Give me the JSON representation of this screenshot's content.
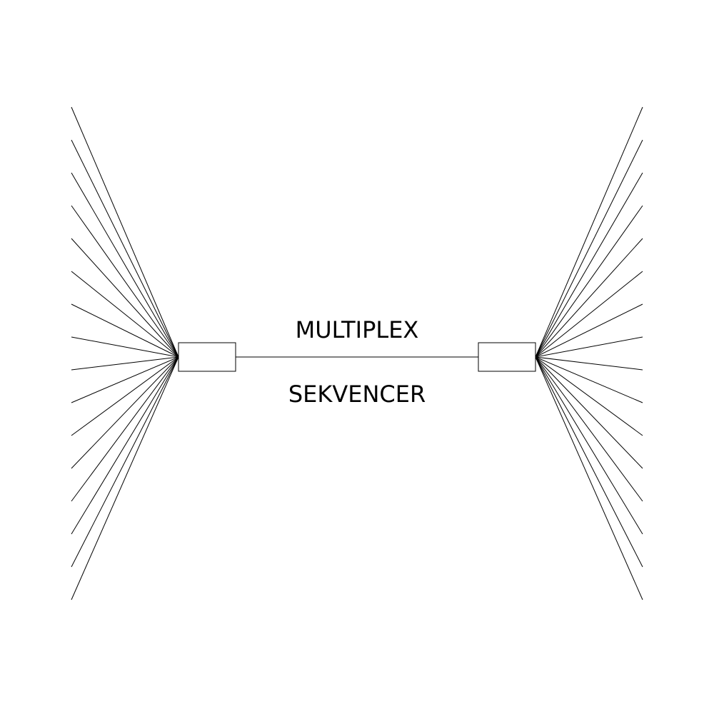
{
  "labels": {
    "top": "MULTIPLEX",
    "bottom": "SEKVENCER"
  },
  "fan": {
    "line_count": 16
  },
  "colors": {
    "stroke": "#000000",
    "background": "#ffffff"
  }
}
